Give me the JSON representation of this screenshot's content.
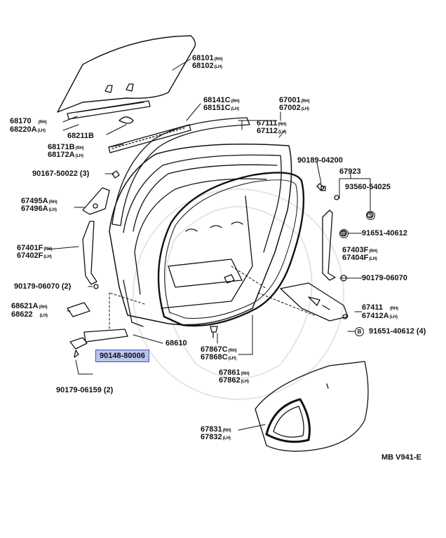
{
  "diagram_code": "MB V941-E",
  "highlighted_part": "90148-80006",
  "suffix_rh": "(RH)",
  "suffix_lh": "(LH)",
  "bolt_symbol": "B",
  "screw_symbol": "S",
  "labels": {
    "p68101": "68101",
    "p68102": "68102",
    "p68170": "68170",
    "p68220A": "68220A",
    "p68211B": "68211B",
    "p68171B": "68171B",
    "p68172A": "68172A",
    "p68141C": "68141C",
    "p68151C": "68151C",
    "p67001": "67001",
    "p67002": "67002",
    "p67111": "67111",
    "p67112": "67112",
    "p90189": "90189-04200",
    "p67923": "67923",
    "p93560": "93560-54025",
    "p90167": "90167-50022 (3)",
    "p67495A": "67495A",
    "p67496A": "67496A",
    "p91651a": "91651-40612",
    "p67401F": "67401F",
    "p67402F": "67402F",
    "p67403F": "67403F",
    "p67404F": "67404F",
    "p90179a": "90179-06070 (2)",
    "p90179b": "90179-06070",
    "p68621A": "68621A",
    "p68622": "68622",
    "p67411": "67411",
    "p67412A": "67412A",
    "p91651b": "91651-40612 (4)",
    "p68610": "68610",
    "p67867C": "67867C",
    "p67868C": "67868C",
    "p67861": "67861",
    "p67862": "67862",
    "p90179c": "90179-06159 (2)",
    "p67831": "67831",
    "p67832": "67832"
  }
}
